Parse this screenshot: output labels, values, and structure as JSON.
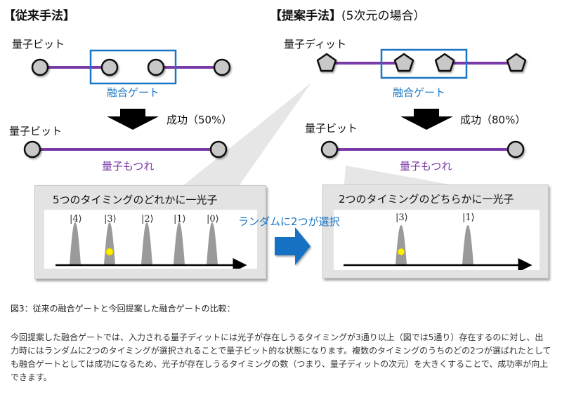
{
  "left": {
    "heading": "【従来手法】",
    "input_label": "量子ビット",
    "gate_label": "融合ゲート",
    "success_label": "成功（50%）",
    "output_label": "量子ビット",
    "entangle_label": "量子もつれ",
    "success_rate_percent": 50,
    "panel": {
      "title": "5つのタイミングのどれかに一光子",
      "kets": [
        "|4⟩",
        "|3⟩",
        "|2⟩",
        "|1⟩",
        "|0⟩"
      ],
      "photon_at": "|3⟩"
    }
  },
  "right": {
    "heading": "【提案手法】",
    "heading_note": "(5次元の場合）",
    "input_label": "量子ディット",
    "gate_label": "融合ゲート",
    "success_label": "成功（80%）",
    "output_label": "量子ビット",
    "entangle_label": "量子もつれ",
    "success_rate_percent": 80,
    "panel": {
      "title": "2つのタイミングのどちらかに一光子",
      "kets": [
        "|3⟩",
        "|1⟩"
      ],
      "photon_at": "|3⟩"
    }
  },
  "transition_label": "ランダムに2つが選択",
  "colors": {
    "gate_blue": "#1976c6",
    "entangle_purple": "#7a3aa8",
    "node_fill": "#c8c8c8",
    "photon_yellow": "#ffee00"
  },
  "caption": {
    "title": "図3：従来の融合ゲートと今回提案した融合ゲートの比較：",
    "body": "今回提案した融合ゲートでは、入力される量子ディットには光子が存在しうるタイミングが3通り以上（図では5通り）存在するのに対し、出力時にはランダムに2つのタイミングが選択されることで量子ビット的な状態になります。複数のタイミングのうちのどの2つが選ばれたとしても融合ゲートとしては成功になるため、光子が存在しうるタイミングの数（つまり、量子ディットの次元）を大きくすることで、成功率が向上できます。"
  }
}
